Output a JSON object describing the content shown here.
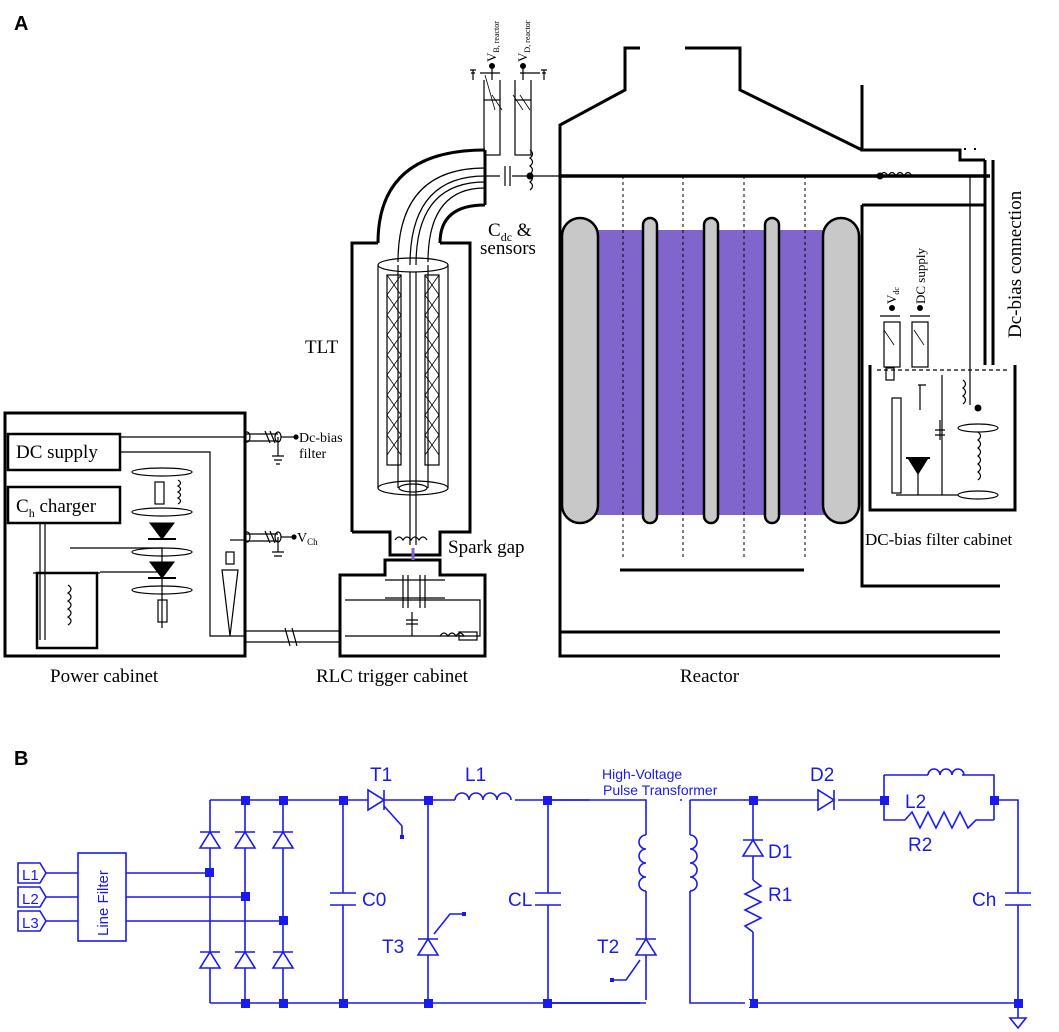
{
  "panels": {
    "a": {
      "letter": "A",
      "labels": {
        "dc_supply": "DC supply",
        "ch_charger_c": "C",
        "ch_charger_sub": "h",
        "ch_charger_rest": " charger",
        "power_cabinet": "Power cabinet",
        "dc_bias_filter_1": "Dc-bias",
        "dc_bias_filter_2": "filter",
        "vch_v": "V",
        "vch_sub": "Ch",
        "tlt": "TLT",
        "spark_gap": "Spark gap",
        "rlc_trigger_cabinet": "RLC trigger cabinet",
        "vb_reactor_v": "V",
        "vb_reactor_sub": "B, reactor",
        "vd_reactor_v": "V",
        "vd_reactor_sub": "D, reactor",
        "cdc_c": "C",
        "cdc_sub": "dc",
        "cdc_rest": " &",
        "sensors": "sensors",
        "reactor": "Reactor",
        "vdc_v": "V",
        "vdc_sub": "dc",
        "dc_supply_vertical": "DC supply",
        "dc_bias_connection": "Dc-bias connection",
        "dc_bias_filter_cabinet": "DC-bias filter cabinet"
      }
    },
    "b": {
      "letter": "B",
      "inputs": [
        "L1",
        "L2",
        "L3"
      ],
      "labels": {
        "line_filter": "Line Filter",
        "t1": "T1",
        "l1": "L1",
        "c0": "C0",
        "t3": "T3",
        "cl": "CL",
        "hv_transformer_1": "High-Voltage",
        "hv_transformer_2": "Pulse Transformer",
        "t2": "T2",
        "d2": "D2",
        "d1": "D1",
        "r1": "R1",
        "l2": "L2",
        "r2": "R2",
        "ch": "Ch"
      }
    }
  },
  "colors": {
    "line_a": "#000000",
    "plasma": "#8066cc",
    "electrode": "#c8c8c8",
    "circuit": "#1a1aee"
  }
}
